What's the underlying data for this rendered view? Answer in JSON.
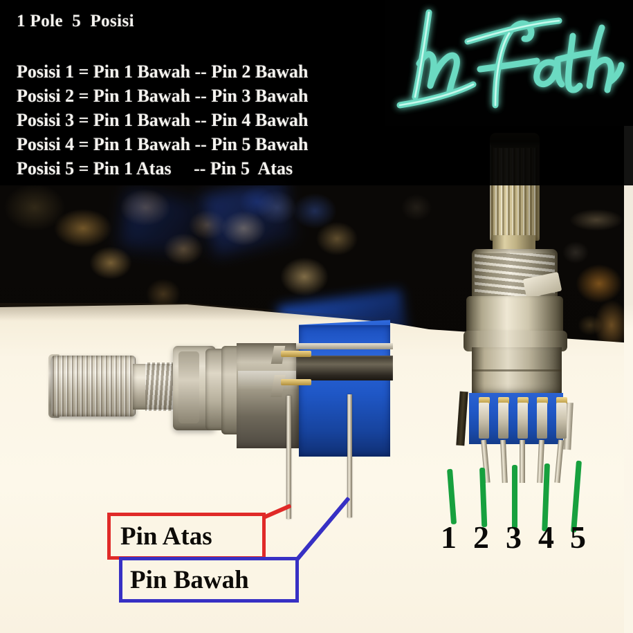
{
  "header": {
    "title": "1 Pole  5  Posisi",
    "positions": [
      "Posisi 1 = Pin 1 Bawah -- Pin 2 Bawah",
      "Posisi 2 = Pin 1 Bawah -- Pin 3 Bawah",
      "Posisi 3 = Pin 1 Bawah -- Pin 4 Bawah",
      "Posisi 4 = Pin 1 Bawah -- Pin 5 Bawah",
      "Posisi 5 = Pin 1 Atas     -- Pin 5  Atas"
    ]
  },
  "logo": {
    "text": "InFath",
    "color": "#7fe8d0"
  },
  "annotations": {
    "pin_atas_label": "Pin Atas",
    "pin_bawah_label": "Pin Bawah",
    "pin_atas_color": "#e02a28",
    "pin_bawah_color": "#3730c4",
    "pin_numbers": [
      "1",
      "2",
      "3",
      "4",
      "5"
    ],
    "pin_number_line_color": "#17a03e"
  },
  "colors": {
    "background_dark": "#070605",
    "table_surface": "#fbf5e6",
    "potentiometer_blue": "#2158c6",
    "metal": "#ded7c6"
  }
}
